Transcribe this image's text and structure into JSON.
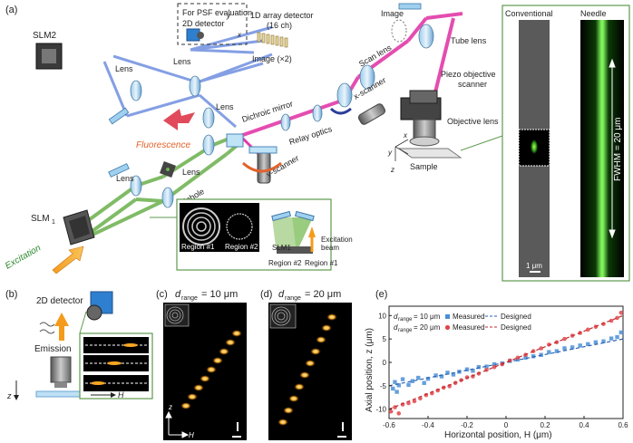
{
  "panels": {
    "a": "(a)",
    "b": "(b)",
    "c": "(c)",
    "d": "(d)",
    "e": "(e)"
  },
  "setup": {
    "psf_box_line1": "For PSF evaluation",
    "psf_box_line2": "2D detector",
    "array_detector_line1": "1D array detector",
    "array_detector_line2": "(16 ch)",
    "image_x2": "Image (×2)",
    "slm2": "SLM2",
    "slm1": "SLM",
    "slm1_sub": "1",
    "lens": "Lens",
    "fluorescence": "Fluorescence",
    "dichroic": "Dichroic mirror",
    "relay": "Relay optics",
    "xscanner": "x-scanner",
    "yscanner": "y-scanner",
    "scanlens": "Scan lens",
    "image": "Image",
    "tubelens": "Tube lens",
    "piezo_line1": "Piezo objective",
    "piezo_line2": "scanner",
    "objective": "Objective lens",
    "sample": "Sample",
    "pinhole": "Pinhole",
    "excitation": "Excitation",
    "axis_x": "x",
    "axis_y": "y",
    "axis_z": "z"
  },
  "slm_inset": {
    "region1": "Region #1",
    "region2": "Region #2",
    "slm1": "SLM1",
    "excitation_beam_line1": "Excitation",
    "excitation_beam_line2": "beam",
    "region2_right": "Region #2",
    "region1_right": "Region #1"
  },
  "psf_panel": {
    "conventional": "Conventional",
    "needle": "Needle",
    "fwhm": "FWHM = 20 μm",
    "scale": "1 μm"
  },
  "panel_b": {
    "detector": "2D detector",
    "emission": "Emission",
    "axis_h": "H",
    "axis_z": "z"
  },
  "panel_c": {
    "label_pre": "d",
    "label_sub": "range",
    "label_val": " = 10 μm"
  },
  "panel_d": {
    "label_pre": "d",
    "label_sub": "range",
    "label_val": " = 20 μm"
  },
  "panel_cd_axes": {
    "z": "z",
    "h": "H"
  },
  "colors": {
    "excitation": "#6ab04c",
    "fluorescence": "#6f8fe0",
    "scan_path": "#e23aa8",
    "fluor_text": "#e2622a",
    "series1": "#4a8fd6",
    "series2": "#e0464b"
  },
  "chart_data": {
    "type": "scatter",
    "xlabel": "Horizontal position, H (μm)",
    "ylabel": "Axial position, z (μm)",
    "xlim": [
      -0.6,
      0.6
    ],
    "ylim": [
      -12,
      12
    ],
    "xticks": [
      "-0.6",
      "-0.4",
      "-0.2",
      "0",
      "0.2",
      "0.4",
      "0.6"
    ],
    "yticks": [
      "-10",
      "-5",
      "0",
      "5",
      "10"
    ],
    "grid": false,
    "legend": "top-left",
    "legend_labels": {
      "r1": "d",
      "r1_sub": "range",
      "r1_val": " = 10 μm",
      "r2": "d",
      "r2_sub": "range",
      "r2_val": " = 20 μm",
      "measured": "Measured",
      "designed": "Designed"
    },
    "series": [
      {
        "group": "10",
        "kind": "measured",
        "color": "#4a8fd6",
        "points": [
          [
            -0.58,
            -5.6
          ],
          [
            -0.57,
            -4.2
          ],
          [
            -0.56,
            -6.3
          ],
          [
            -0.55,
            -4.9
          ],
          [
            -0.53,
            -3.6
          ],
          [
            -0.5,
            -4.8
          ],
          [
            -0.48,
            -4.0
          ],
          [
            -0.45,
            -3.3
          ],
          [
            -0.42,
            -4.4
          ],
          [
            -0.4,
            -3.5
          ],
          [
            -0.36,
            -2.8
          ],
          [
            -0.33,
            -3.0
          ],
          [
            -0.3,
            -2.2
          ],
          [
            -0.27,
            -2.6
          ],
          [
            -0.24,
            -2.0
          ],
          [
            -0.2,
            -1.5
          ],
          [
            -0.17,
            -1.8
          ],
          [
            -0.14,
            -1.0
          ],
          [
            -0.1,
            -0.9
          ],
          [
            -0.06,
            -0.4
          ],
          [
            -0.02,
            -0.2
          ],
          [
            0.02,
            0.3
          ],
          [
            0.06,
            0.6
          ],
          [
            0.1,
            1.0
          ],
          [
            0.14,
            1.3
          ],
          [
            0.18,
            1.6
          ],
          [
            0.22,
            2.2
          ],
          [
            0.26,
            2.4
          ],
          [
            0.3,
            3.0
          ],
          [
            0.34,
            3.2
          ],
          [
            0.38,
            3.6
          ],
          [
            0.42,
            3.9
          ],
          [
            0.46,
            4.3
          ],
          [
            0.5,
            4.5
          ],
          [
            0.54,
            5.1
          ],
          [
            0.57,
            5.4
          ],
          [
            0.59,
            6.4
          ]
        ]
      },
      {
        "group": "10",
        "kind": "designed",
        "color": "#2a5fb0",
        "points": [
          [
            -0.6,
            -5.0
          ],
          [
            0.6,
            5.0
          ]
        ]
      },
      {
        "group": "20",
        "kind": "measured",
        "color": "#e0464b",
        "points": [
          [
            -0.59,
            -10.5
          ],
          [
            -0.57,
            -9.6
          ],
          [
            -0.55,
            -10.9
          ],
          [
            -0.53,
            -9.0
          ],
          [
            -0.5,
            -8.7
          ],
          [
            -0.47,
            -8.3
          ],
          [
            -0.44,
            -7.7
          ],
          [
            -0.41,
            -7.0
          ],
          [
            -0.38,
            -6.6
          ],
          [
            -0.35,
            -6.0
          ],
          [
            -0.32,
            -5.4
          ],
          [
            -0.29,
            -5.1
          ],
          [
            -0.26,
            -4.4
          ],
          [
            -0.23,
            -3.8
          ],
          [
            -0.2,
            -3.2
          ],
          [
            -0.17,
            -3.0
          ],
          [
            -0.14,
            -2.4
          ],
          [
            -0.1,
            -1.6
          ],
          [
            -0.06,
            -1.0
          ],
          [
            -0.02,
            -0.4
          ],
          [
            0.02,
            0.4
          ],
          [
            0.06,
            1.0
          ],
          [
            0.1,
            1.6
          ],
          [
            0.14,
            2.4
          ],
          [
            0.18,
            3.0
          ],
          [
            0.22,
            3.8
          ],
          [
            0.26,
            4.3
          ],
          [
            0.3,
            5.0
          ],
          [
            0.34,
            5.7
          ],
          [
            0.38,
            6.3
          ],
          [
            0.42,
            7.0
          ],
          [
            0.46,
            7.6
          ],
          [
            0.5,
            8.2
          ],
          [
            0.54,
            8.9
          ],
          [
            0.57,
            9.5
          ],
          [
            0.59,
            10.6
          ]
        ]
      },
      {
        "group": "20",
        "kind": "designed",
        "color": "#c22a2f",
        "points": [
          [
            -0.6,
            -10.0
          ],
          [
            0.6,
            10.0
          ]
        ]
      }
    ]
  }
}
